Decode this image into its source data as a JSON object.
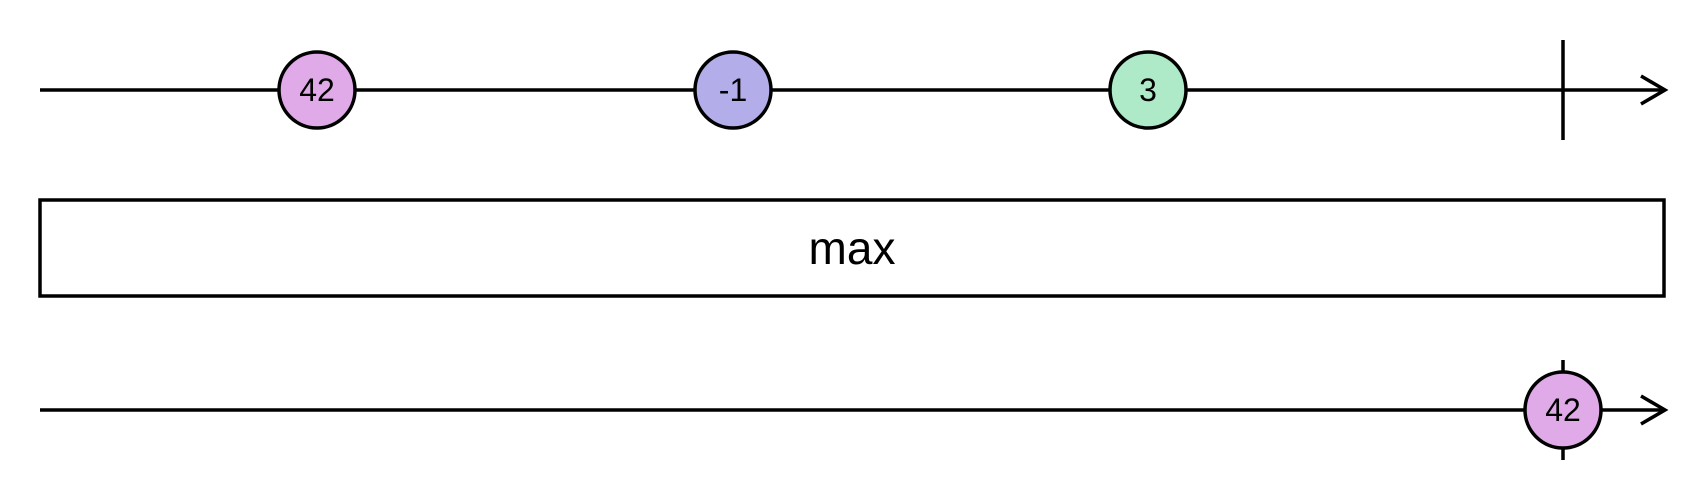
{
  "input_stream": {
    "marbles": [
      {
        "label": "42",
        "color": "#e0aae8"
      },
      {
        "label": "-1",
        "color": "#b3aeea"
      },
      {
        "label": "3",
        "color": "#aeeac8"
      }
    ],
    "completed": true
  },
  "operator": {
    "label": "max"
  },
  "output_stream": {
    "marbles": [
      {
        "label": "42",
        "color": "#e0aae8"
      }
    ],
    "completed": true
  }
}
